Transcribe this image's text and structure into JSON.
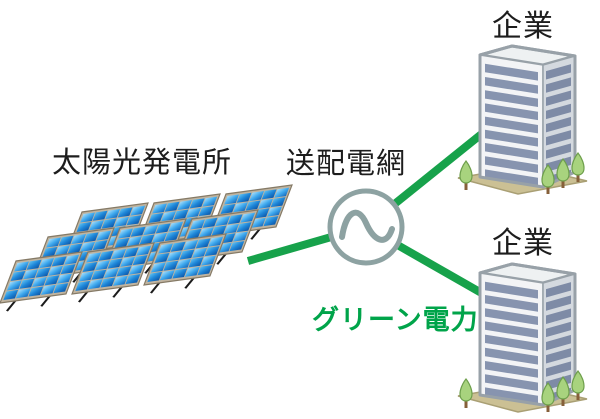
{
  "diagram": {
    "title_context": "solar-green-power-supply-diagram",
    "labels": {
      "solar_plant": "太陽光発電所",
      "grid": "送配電網",
      "company_top": "企業",
      "company_bottom": "企業",
      "green_power": "グリーン電力"
    },
    "colors": {
      "green_line": "#17a24b",
      "green_text": "#00a44a",
      "grid_symbol_gray": "#8da2a2",
      "panel_cell_blue": "#2a8fe0",
      "panel_frame": "#c0b4a0",
      "building_window_blue": "#8794af",
      "building_side_window": "#7e8ba6",
      "ground_tan": "#cbc094",
      "tree_green": "#a8d37e",
      "text_black": "#1d1d1d"
    },
    "icons": {
      "solar_panel_array": "solar-panel-array-icon",
      "power_grid_symbol": "ac-sine-wave-circle-icon",
      "office_building": "office-building-icon",
      "tree": "tree-icon"
    }
  }
}
